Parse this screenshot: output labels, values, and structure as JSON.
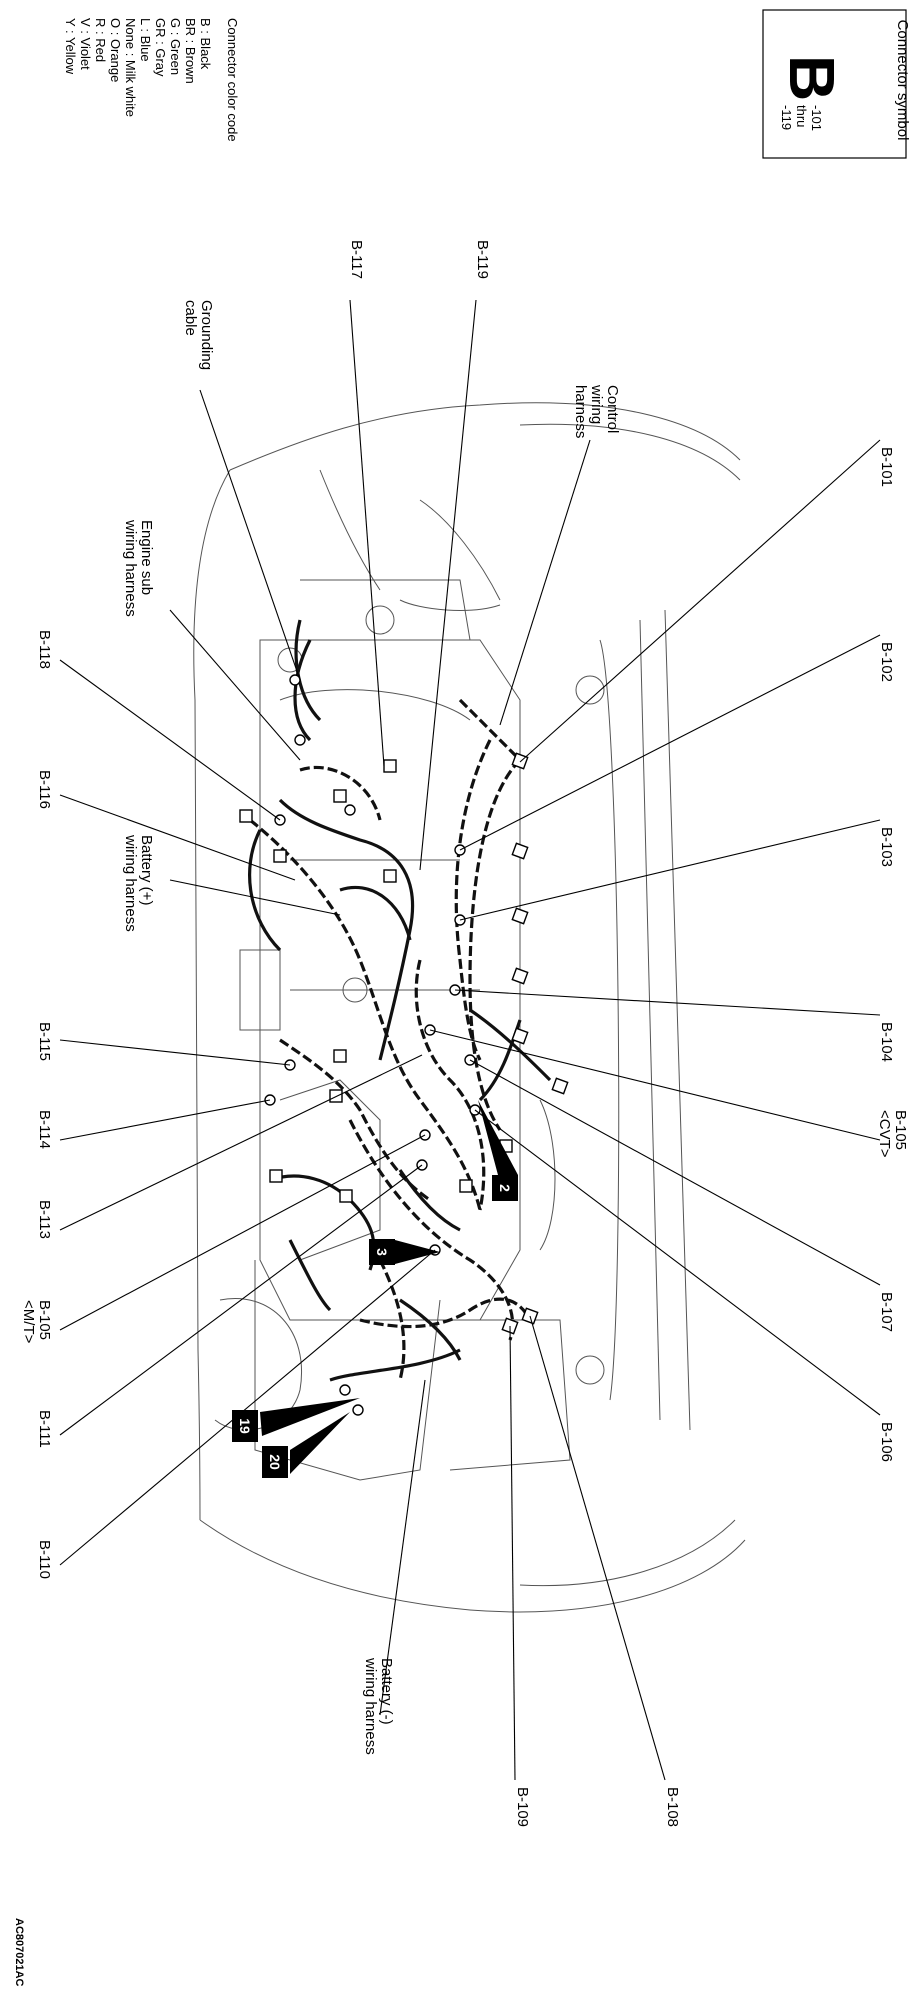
{
  "symbol_box": {
    "title": "Connector symbol",
    "letter": "B",
    "range_from": "-101",
    "range_word": "thru",
    "range_to": "-119"
  },
  "color_code": {
    "title": "Connector color code",
    "items": [
      "B : Black",
      "BR : Brown",
      "G : Green",
      "GR : Gray",
      "L : Blue",
      "None : Milk white",
      "O : Orange",
      "R : Red",
      "V : Violet",
      "Y : Yellow"
    ]
  },
  "right_labels": {
    "b101": "B-101",
    "b102": "B-102",
    "b103": "B-103",
    "b104": "B-104",
    "b105cvt_1": "B-105",
    "b105cvt_2": "<CVT>",
    "b107": "B-107",
    "b106": "B-106",
    "b108": "B-108",
    "b109": "B-109"
  },
  "left_labels": {
    "b118": "B-118",
    "b116": "B-116",
    "b115": "B-115",
    "b114": "B-114",
    "b113": "B-113",
    "b105mt_1": "B-105",
    "b105mt_2": "<M/T>",
    "b111": "B-111",
    "b110": "B-110"
  },
  "top_labels": {
    "b117": "B-117",
    "b119": "B-119",
    "grounding_1": "Grounding",
    "grounding_2": "cable",
    "control_1": "Control",
    "control_2": "wiring",
    "control_3": "harness",
    "engine_sub_1": "Engine sub",
    "engine_sub_2": "wiring harness",
    "battery_pos_1": "Battery (+)",
    "battery_pos_2": "wiring harness",
    "battery_neg_1": "Battery (-)",
    "battery_neg_2": "wiring harness"
  },
  "callouts": [
    "2",
    "3",
    "19",
    "20"
  ],
  "figure_code": "AC807021AC"
}
